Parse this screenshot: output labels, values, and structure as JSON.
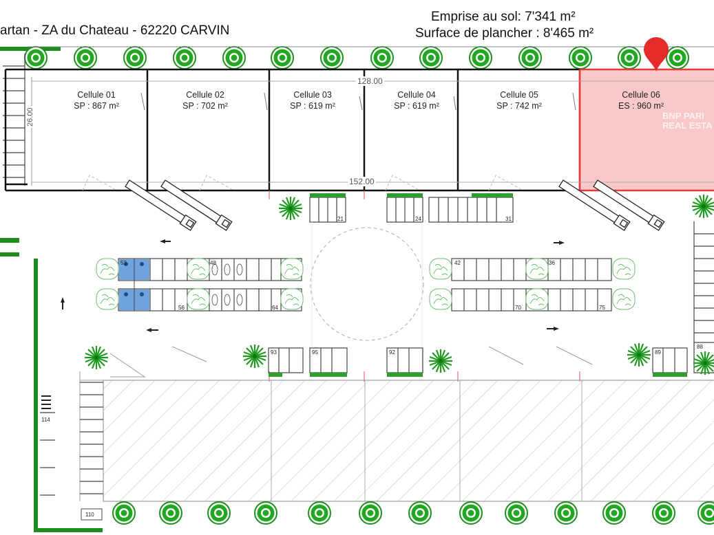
{
  "header": {
    "address": "artan - ZA du Chateau - 62220 CARVIN",
    "emprise": "Emprise au sol: 7'341 m²",
    "surface": "Surface de plancher : 8'465 m²"
  },
  "dimensions": {
    "length_top": "128.00",
    "length_bottom": "152.00",
    "depth": "26.00"
  },
  "cells": [
    {
      "name": "Cellule 01",
      "area": "SP : 867 m²"
    },
    {
      "name": "Cellule 02",
      "area": "SP : 702 m²"
    },
    {
      "name": "Cellule 03",
      "area": "SP : 619 m²"
    },
    {
      "name": "Cellule 04",
      "area": "SP : 619 m²"
    },
    {
      "name": "Cellule 05",
      "area": "SP : 742 m²"
    },
    {
      "name": "Cellule 06",
      "area": "ES : 960 m²"
    }
  ],
  "parking_labels": [
    "21",
    "24",
    "31",
    "53",
    "48",
    "56",
    "64",
    "42",
    "36",
    "70",
    "75",
    "93",
    "95",
    "92",
    "89",
    "88",
    "114",
    "110"
  ],
  "watermark": {
    "line1": "BNP PARI",
    "line2": "REAL ESTA"
  },
  "colors": {
    "highlight_fill": "#f9c9c9",
    "highlight_stroke": "#e23b3b",
    "pin": "#e52a2a",
    "tree": "#1fa11f",
    "accessible": "#6fa3e0",
    "hedge": "#2e9e2e"
  }
}
